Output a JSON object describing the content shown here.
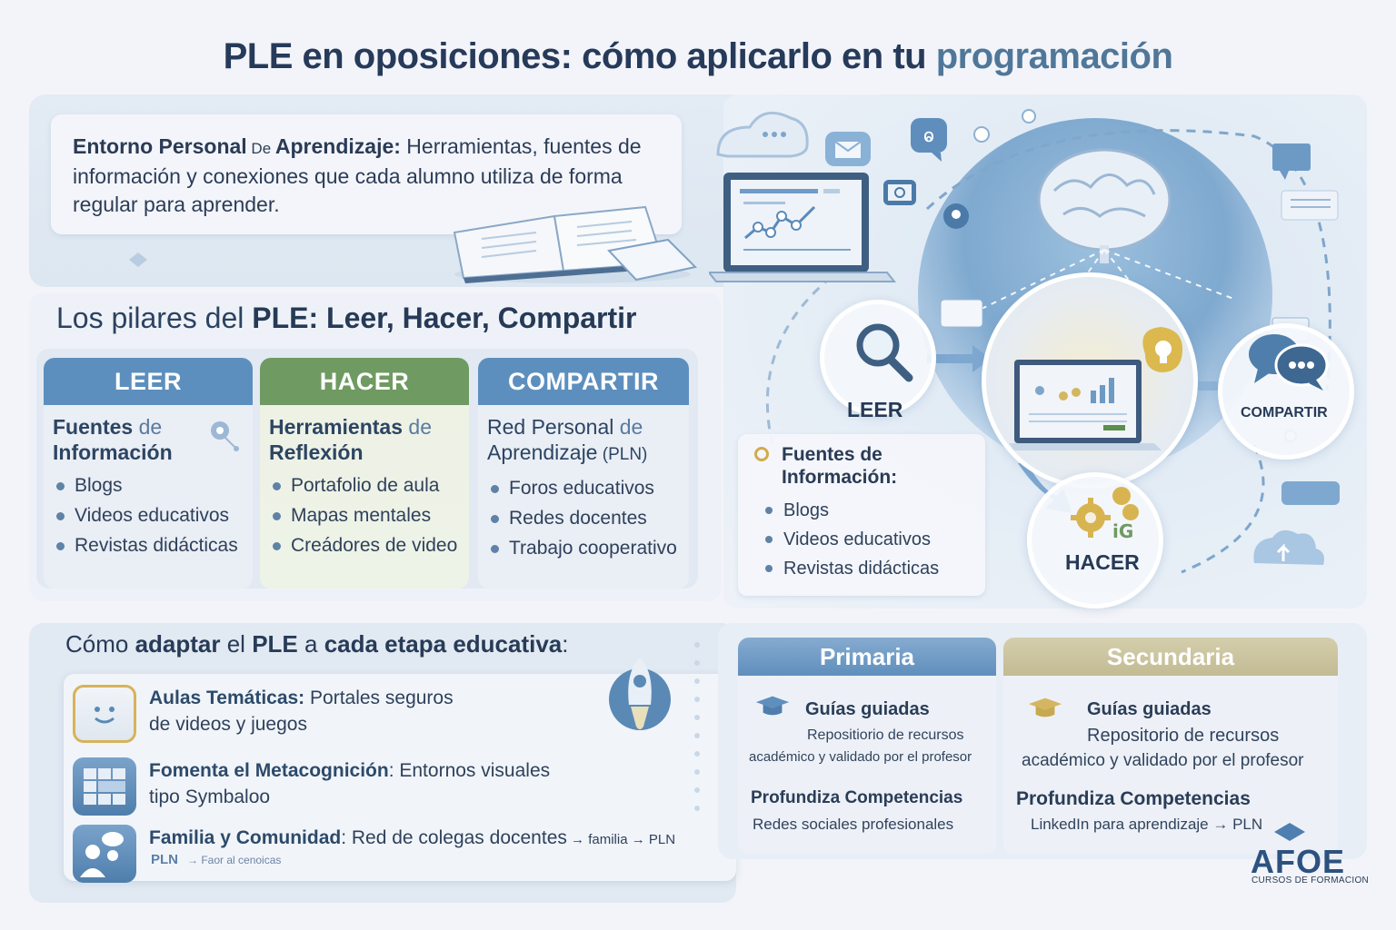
{
  "title": {
    "part1_bold": "PLE en oposiciones:",
    "part2": " cómo aplicarlo en ",
    "part3_bold": "tu",
    "part4_accent": " programación"
  },
  "definition": {
    "term1": "Entorno Personal",
    "term_de": " De ",
    "term2": "Aprendizaje:",
    "text": " Herramientas, fuentes de información y conexiones que cada alumno utiliza de forma regular para aprender."
  },
  "pilares": {
    "title_light": "Los pilares del ",
    "title_bold": "PLE: Leer, Hacer, Compartir",
    "cards": [
      {
        "header": "LEER",
        "sub_bold": "Fuentes",
        "sub_light": " de",
        "sub_line2": "Información",
        "items": [
          "Blogs",
          "Videos educativos",
          "Revistas didácticas"
        ]
      },
      {
        "header": "HACER",
        "sub_bold": "Herramientas",
        "sub_light": " de",
        "sub_line2": "Reflexión",
        "items": [
          "Portafolio de aula",
          "Mapas mentales",
          "Creádores de video"
        ]
      },
      {
        "header": "COMPARTIR",
        "sub_bold": "Red Personal",
        "sub_light": " de",
        "sub_line2": "Aprendizaje",
        "sub_line2_light": " (PLN)",
        "items": [
          "Foros educativos",
          "Redes docentes",
          "Trabajo cooperativo"
        ]
      }
    ]
  },
  "diagram": {
    "node_leer": "LEER",
    "node_compartir": "COMPARTIR",
    "node_hacer": "HACER",
    "card_title": "Fuentes de Información:",
    "card_items": [
      "Blogs",
      "Videos educativos",
      "Revistas didácticas"
    ],
    "icons": [
      "cloud-chat-icon",
      "mail-icon",
      "chat-bubble-icon",
      "camera-icon",
      "laptop-chart-icon",
      "brain-icon",
      "magnifier-icon",
      "lightbulb-icon",
      "gear-icon",
      "speech-bubbles-icon",
      "cloud-upload-icon",
      "comment-icon",
      "book-icon"
    ]
  },
  "etapa": {
    "title_light1": "Cómo ",
    "title_bold1": "adaptar",
    "title_light2": " el ",
    "title_bold2": "PLE",
    "title_light3": " a ",
    "title_bold3": "cada etapa educativa",
    "title_end": ":",
    "rows": [
      {
        "bold": "Aulas Temáticas:",
        "text": " Portales seguros",
        "line2": "de videos y juegos"
      },
      {
        "bold": "Fomenta el Metacognición",
        "text": ": Entornos visuales",
        "line2": "tipo Symbaloo"
      },
      {
        "bold": "Familia y Comunidad",
        "text": ": Red de colegas docentes",
        "small": "  → familia  → PLN"
      }
    ],
    "pln_label": "PLN",
    "pln_text": "→ Faor al cenoicas"
  },
  "niveles": [
    {
      "header": "Primaria",
      "guia": "Guías guiadas",
      "desc1": "Repositiorio de recursos",
      "desc2": "académico y validado por el profesor",
      "prof": "Profundiza Competencias",
      "pdesc": "Redes sociales profesionales"
    },
    {
      "header": "Secundaria",
      "guia": "Guías guiadas",
      "desc1": "Repositorio de recursos",
      "desc2": "académico y validado por el profesor",
      "prof": "Profundiza Competencias",
      "pdesc": "LinkedIn para aprendizaje  → PLN"
    }
  ],
  "brand": {
    "name": "AFOE",
    "tagline": "CURSOS DE FORMACION"
  },
  "colors": {
    "navy": "#263a5a",
    "accent_blue": "#5d8fbe",
    "accent_green": "#6f9a62",
    "accent_gold": "#c2bb93",
    "brand_blue": "#2c5280"
  }
}
